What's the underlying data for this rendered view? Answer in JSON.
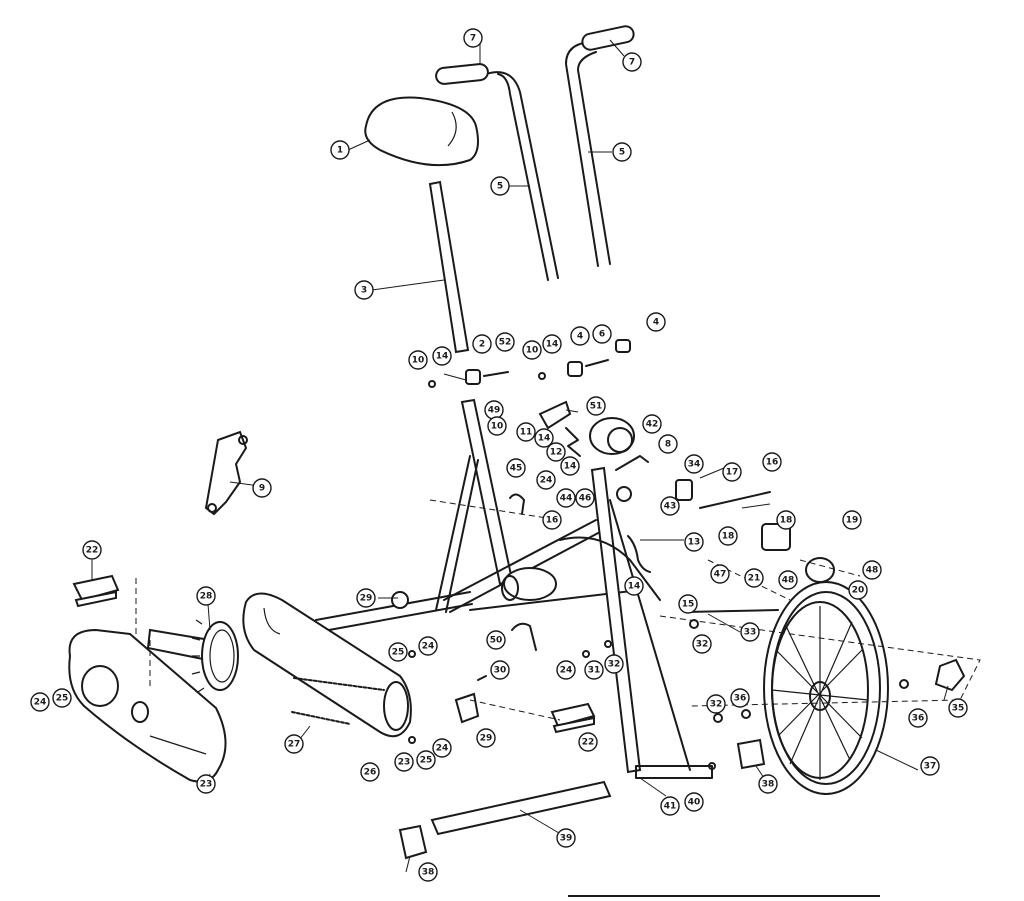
{
  "diagram": {
    "callouts": [
      {
        "id": "c-7a",
        "label": "7"
      },
      {
        "id": "c-7b",
        "label": "7"
      },
      {
        "id": "c-1",
        "label": "1"
      },
      {
        "id": "c-5a",
        "label": "5"
      },
      {
        "id": "c-5b",
        "label": "5"
      },
      {
        "id": "c-3",
        "label": "3"
      },
      {
        "id": "c-10a",
        "label": "10"
      },
      {
        "id": "c-14a",
        "label": "14"
      },
      {
        "id": "c-2",
        "label": "2"
      },
      {
        "id": "c-52",
        "label": "52"
      },
      {
        "id": "c-10b",
        "label": "10"
      },
      {
        "id": "c-14b",
        "label": "14"
      },
      {
        "id": "c-4a",
        "label": "4"
      },
      {
        "id": "c-6a",
        "label": "6"
      },
      {
        "id": "c-4b",
        "label": "4"
      },
      {
        "id": "c-49",
        "label": "49"
      },
      {
        "id": "c-10c",
        "label": "10"
      },
      {
        "id": "c-11",
        "label": "11"
      },
      {
        "id": "c-51",
        "label": "51"
      },
      {
        "id": "c-14c",
        "label": "14"
      },
      {
        "id": "c-12",
        "label": "12"
      },
      {
        "id": "c-14d",
        "label": "14"
      },
      {
        "id": "c-42",
        "label": "42"
      },
      {
        "id": "c-8",
        "label": "8"
      },
      {
        "id": "c-34",
        "label": "34"
      },
      {
        "id": "c-17",
        "label": "17"
      },
      {
        "id": "c-16a",
        "label": "16"
      },
      {
        "id": "c-9",
        "label": "9"
      },
      {
        "id": "c-45",
        "label": "45"
      },
      {
        "id": "c-24a",
        "label": "24"
      },
      {
        "id": "c-44",
        "label": "44"
      },
      {
        "id": "c-46",
        "label": "46"
      },
      {
        "id": "c-43",
        "label": "43"
      },
      {
        "id": "c-16b",
        "label": "16"
      },
      {
        "id": "c-13",
        "label": "13"
      },
      {
        "id": "c-18a",
        "label": "18"
      },
      {
        "id": "c-19",
        "label": "19"
      },
      {
        "id": "c-18b",
        "label": "18"
      },
      {
        "id": "c-47",
        "label": "47"
      },
      {
        "id": "c-21",
        "label": "21"
      },
      {
        "id": "c-48a",
        "label": "48"
      },
      {
        "id": "c-48b",
        "label": "48"
      },
      {
        "id": "c-20",
        "label": "20"
      },
      {
        "id": "c-22a",
        "label": "22"
      },
      {
        "id": "c-28",
        "label": "28"
      },
      {
        "id": "c-29a",
        "label": "29"
      },
      {
        "id": "c-14e",
        "label": "14"
      },
      {
        "id": "c-15",
        "label": "15"
      },
      {
        "id": "c-33",
        "label": "33"
      },
      {
        "id": "c-32a",
        "label": "32"
      },
      {
        "id": "c-25a",
        "label": "25"
      },
      {
        "id": "c-24b",
        "label": "24"
      },
      {
        "id": "c-50",
        "label": "50"
      },
      {
        "id": "c-24c",
        "label": "24"
      },
      {
        "id": "c-31",
        "label": "31"
      },
      {
        "id": "c-32b",
        "label": "32"
      },
      {
        "id": "c-24d",
        "label": "24"
      },
      {
        "id": "c-25b",
        "label": "25"
      },
      {
        "id": "c-30",
        "label": "30"
      },
      {
        "id": "c-29b",
        "label": "29"
      },
      {
        "id": "c-22b",
        "label": "22"
      },
      {
        "id": "c-36a",
        "label": "36"
      },
      {
        "id": "c-32c",
        "label": "32"
      },
      {
        "id": "c-36b",
        "label": "36"
      },
      {
        "id": "c-35",
        "label": "35"
      },
      {
        "id": "c-27",
        "label": "27"
      },
      {
        "id": "c-26",
        "label": "26"
      },
      {
        "id": "c-23a",
        "label": "23"
      },
      {
        "id": "c-25c",
        "label": "25"
      },
      {
        "id": "c-24e",
        "label": "24"
      },
      {
        "id": "c-23b",
        "label": "23"
      },
      {
        "id": "c-41",
        "label": "41"
      },
      {
        "id": "c-40",
        "label": "40"
      },
      {
        "id": "c-38a",
        "label": "38"
      },
      {
        "id": "c-37",
        "label": "37"
      },
      {
        "id": "c-39",
        "label": "39"
      },
      {
        "id": "c-38b",
        "label": "38"
      }
    ]
  }
}
